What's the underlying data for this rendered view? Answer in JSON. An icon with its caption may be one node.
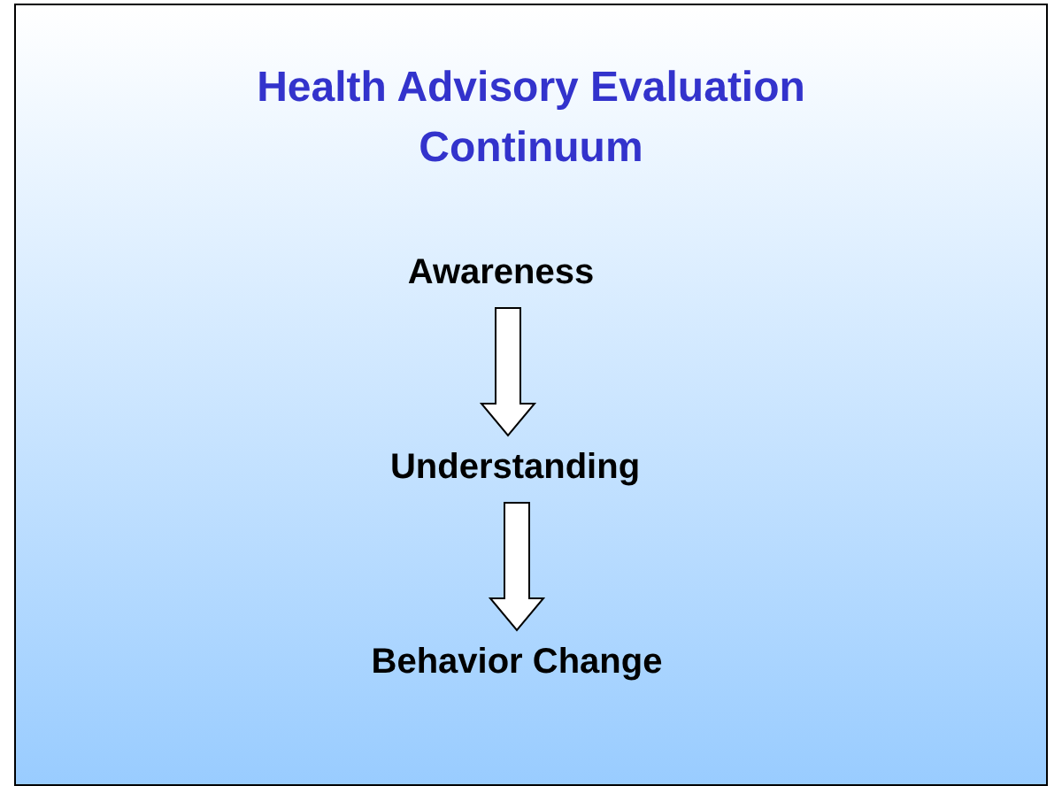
{
  "diagram": {
    "title": "Health Advisory Evaluation Continuum",
    "nodes": [
      {
        "text": [
          "Awareness"
        ]
      },
      {
        "text": [
          "Understanding"
        ]
      },
      {
        "text": [
          "Behavior Change"
        ]
      }
    ],
    "edges": [
      {
        "from": 0,
        "to": 1,
        "arrow": "to"
      },
      {
        "from": 1,
        "to": 2,
        "arrow": "to"
      }
    ]
  }
}
